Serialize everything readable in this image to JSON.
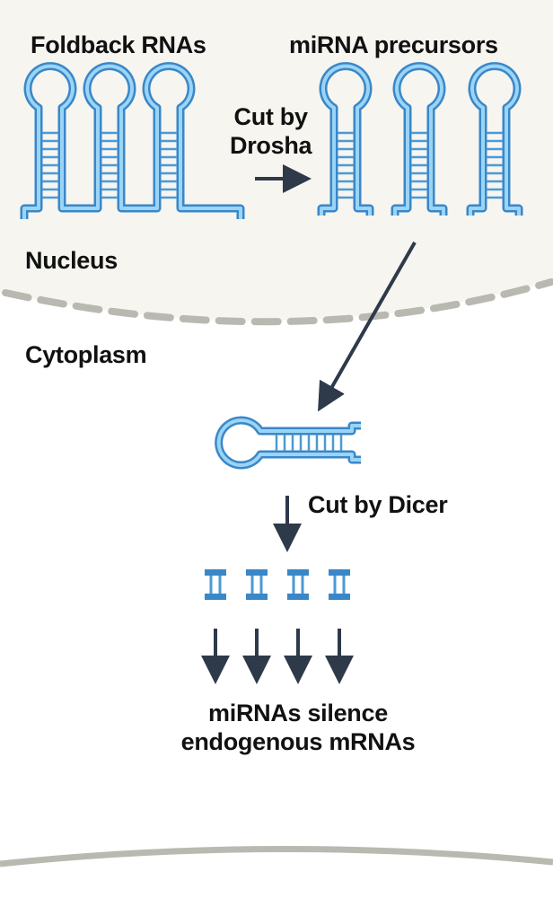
{
  "labels": {
    "foldback_rnas": "Foldback RNAs",
    "mirna_precursors": "miRNA precursors",
    "cut_by_drosha_line1": "Cut by",
    "cut_by_drosha_line2": "Drosha",
    "nucleus": "Nucleus",
    "cytoplasm": "Cytoplasm",
    "cut_by_dicer": "Cut by Dicer",
    "result_line1": "miRNAs silence",
    "result_line2": "endogenous mRNAs"
  },
  "colors": {
    "nucleus_fill": "#f6f5f0",
    "membrane": "#b9b9b1",
    "cell_wall": "#b9b9b1",
    "rna_outer": "#3a87c8",
    "rna_inner": "#9ad4f6",
    "rung": "#4a9ad6",
    "arrow": "#2e3a4a"
  },
  "icons": {
    "arrow": "arrow-right-icon"
  }
}
